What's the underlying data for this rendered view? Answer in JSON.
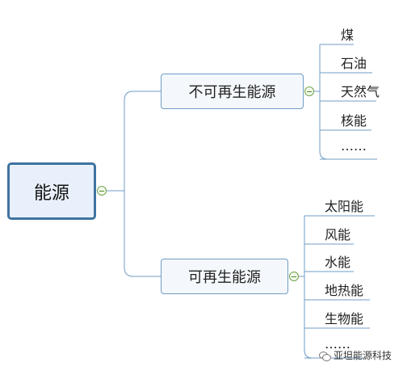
{
  "root": {
    "label": "能源"
  },
  "branches": [
    {
      "label": "不可再生能源",
      "leaves": [
        "煤",
        "石油",
        "天然气",
        "核能",
        "……"
      ]
    },
    {
      "label": "可再生能源",
      "leaves": [
        "太阳能",
        "风能",
        "水能",
        "地热能",
        "生物能",
        "……"
      ]
    }
  ],
  "watermark": "亚坦能源科技",
  "colors": {
    "line": "#6f9cc4",
    "root_border": "#3f73a0",
    "toggle": "#6fa44a"
  }
}
